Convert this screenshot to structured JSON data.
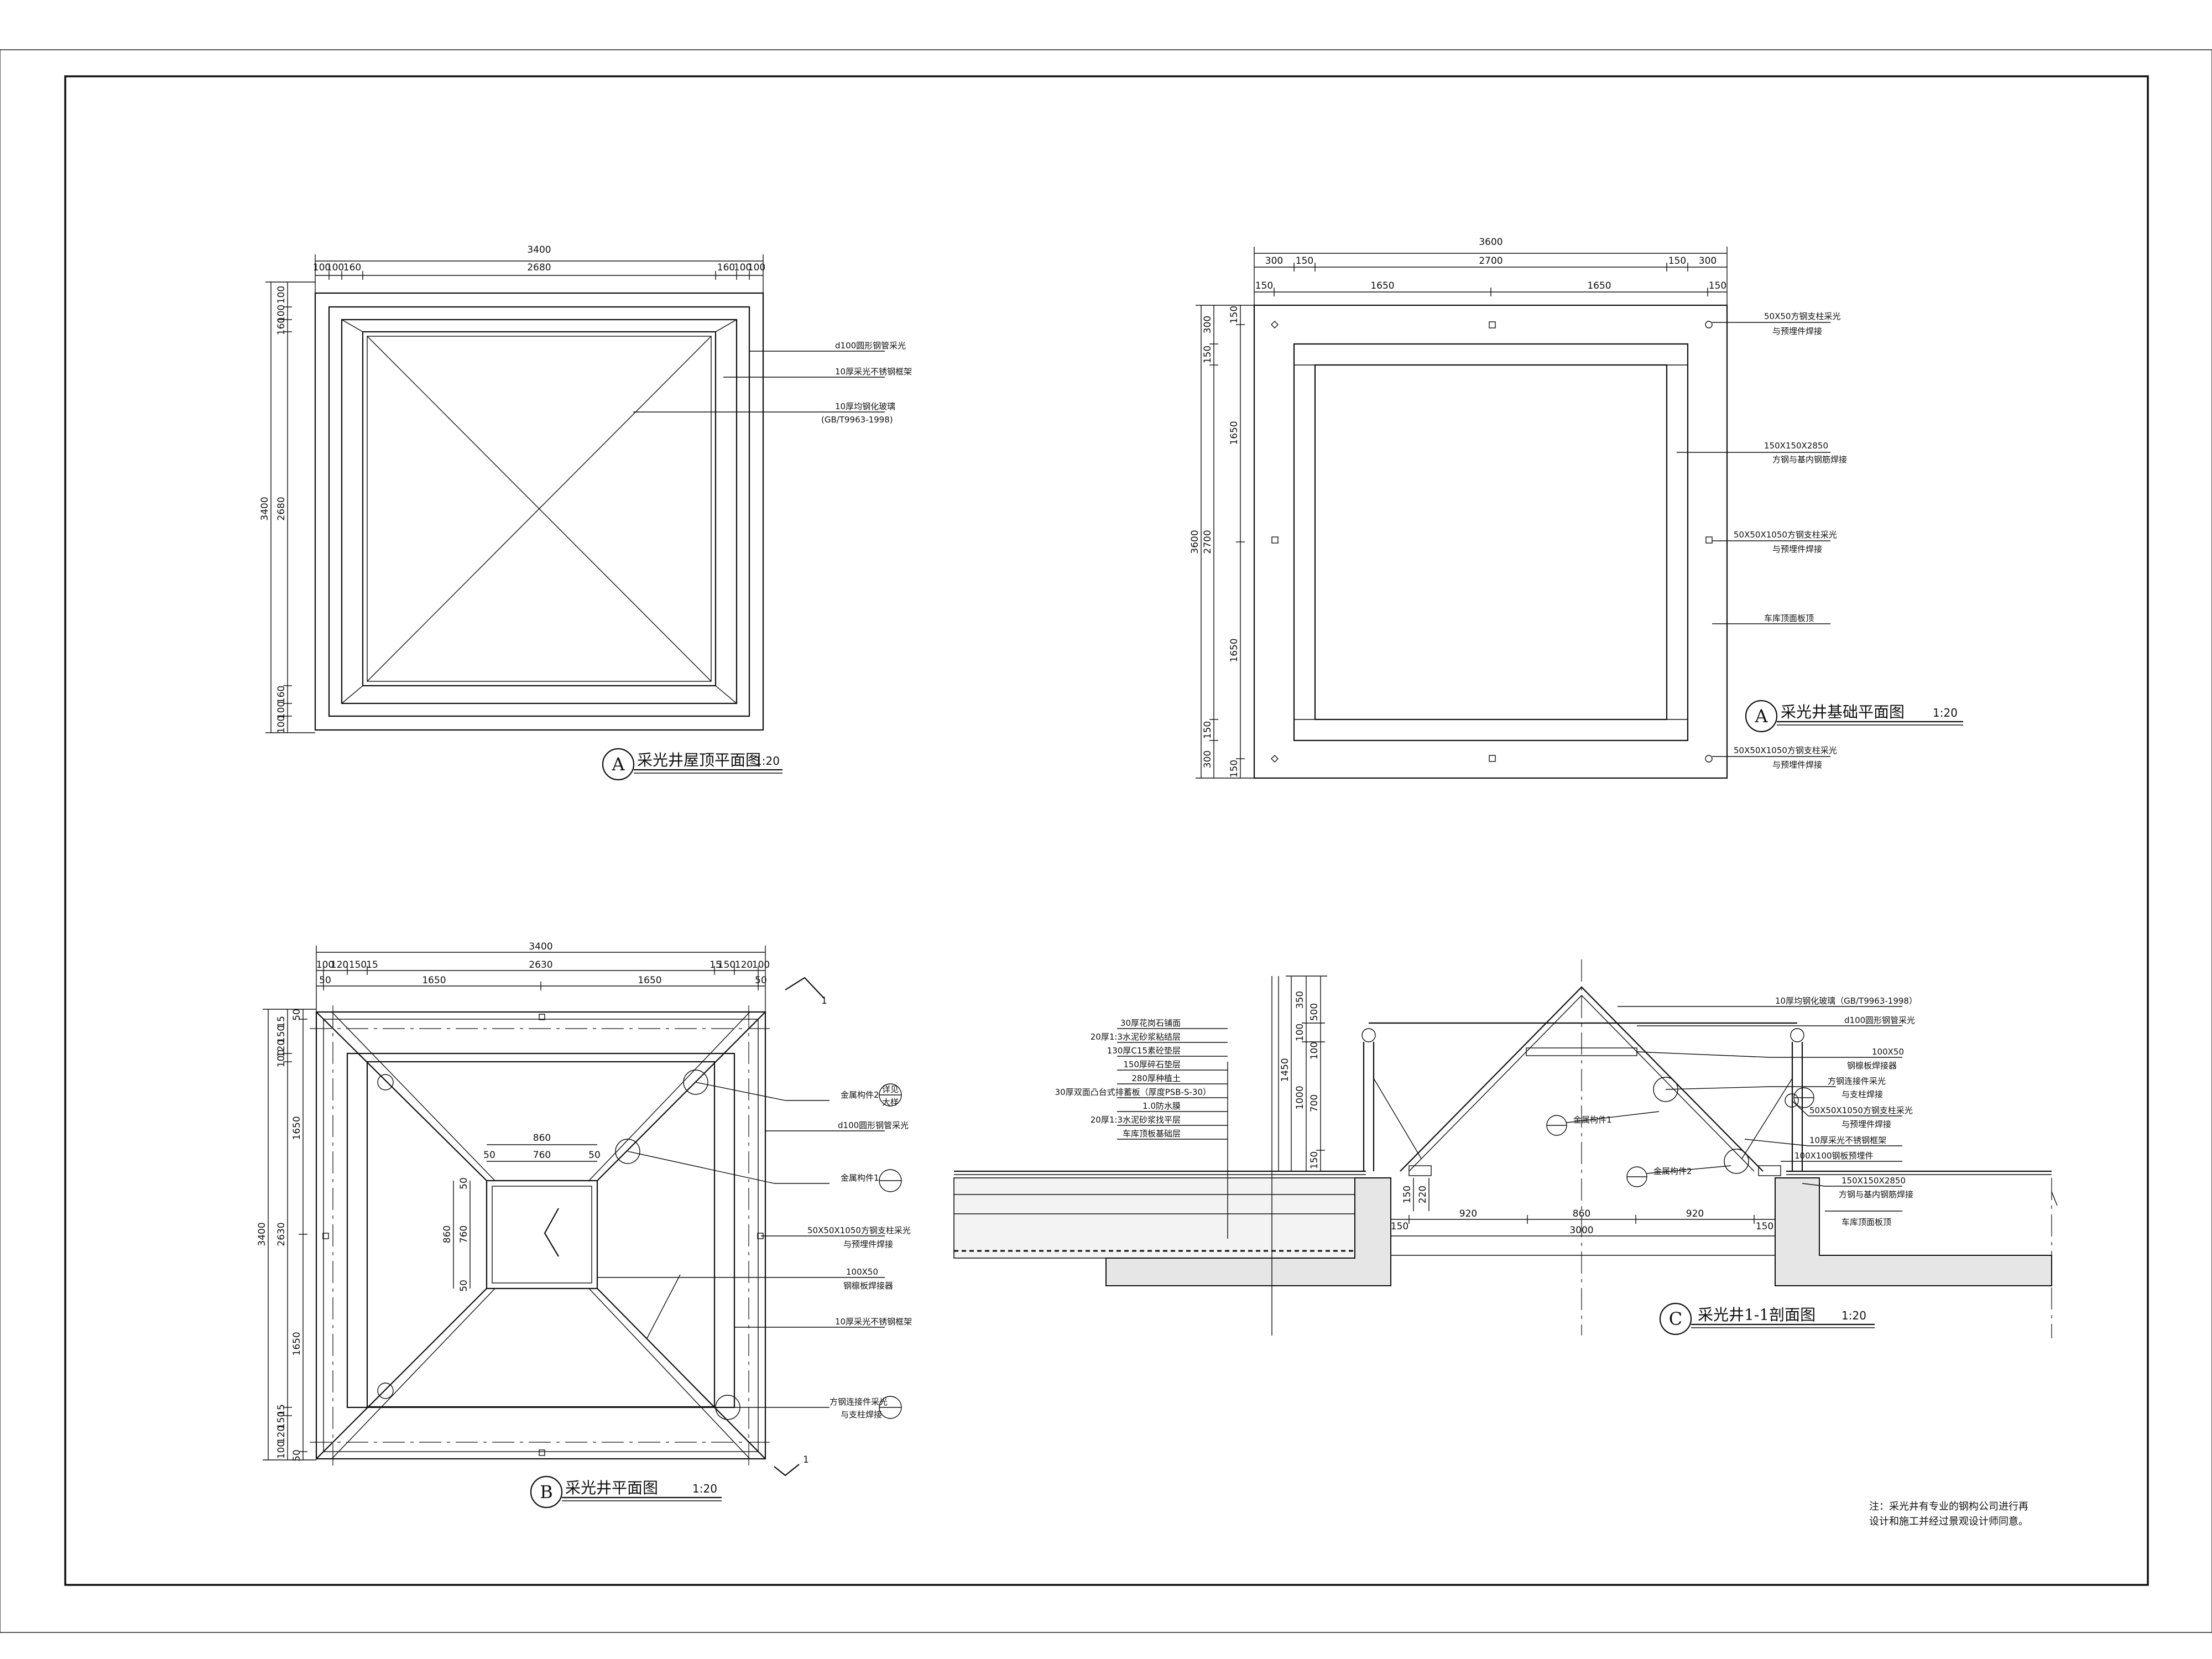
{
  "drawings": {
    "roof_plan": {
      "bubble": "A",
      "title": "采光井屋顶平面图",
      "scale": "1:20",
      "dims_top_total": "3400",
      "dims_top": [
        "100",
        "100",
        "160",
        "2680",
        "160",
        "100",
        "100"
      ],
      "dims_left_total": "3400",
      "dims_left": [
        "100",
        "100",
        "160",
        "2680",
        "160",
        "100",
        "100"
      ],
      "notes": [
        "d100圆形钢管采光",
        "10厚采光不锈钢框架",
        "10厚均钢化玻璃",
        "(GB/T9963-1998)"
      ]
    },
    "base_plan": {
      "bubble": "A",
      "title": "采光井基础平面图",
      "scale": "1:20",
      "dims_top_total": "3600",
      "dims_top_a": [
        "300",
        "150",
        "2700",
        "150",
        "300"
      ],
      "dims_top_b": [
        "150",
        "1650",
        "1650",
        "150"
      ],
      "dims_left_total": "3600",
      "dims_left_a": [
        "300",
        "150",
        "2700",
        "150",
        "300"
      ],
      "dims_left_b": [
        "150",
        "1650",
        "1650",
        "150"
      ],
      "notes": [
        "50X50方钢支柱采光",
        "与预埋件焊接",
        "150X150X2850",
        "方钢与基内钢筋焊接",
        "50X50X1050方钢支柱采光",
        "与预埋件焊接",
        "车库顶面板顶",
        "50X50X1050方钢支柱采光",
        "与预埋件焊接"
      ]
    },
    "plan_b": {
      "bubble": "B",
      "title": "采光井平面图",
      "scale": "1:20",
      "section_mark": "1",
      "dims_top_total": "3400",
      "dims_top_a": [
        "100",
        "120",
        "150",
        "15",
        "2630",
        "15",
        "150",
        "120",
        "100"
      ],
      "dims_top_b": [
        "50",
        "1650",
        "1650",
        "50"
      ],
      "dims_left_total": "3400",
      "dims_left_a": [
        "15",
        "150",
        "120",
        "100",
        "2630",
        "15",
        "150",
        "120",
        "100"
      ],
      "dims_left_b": [
        "50",
        "1650",
        "1650",
        "50"
      ],
      "inner_dims": [
        "860",
        "760",
        "50",
        "50",
        "860",
        "760",
        "50",
        "50"
      ],
      "notes": [
        "金属构件2",
        "d100圆形钢管采光",
        "金属构件1",
        "50X50X1050方钢支柱采光",
        "与预埋件焊接",
        "100X50",
        "钢檩板焊接器",
        "10厚采光不锈钢框架",
        "方钢连接件采光",
        "与支柱焊接"
      ],
      "detail_tags": [
        "详见",
        "大样"
      ]
    },
    "section_c": {
      "bubble": "C",
      "title": "采光井1-1剖面图",
      "scale": "1:20",
      "layers": [
        "30厚花岗石铺面",
        "20厚1:3水泥砂浆粘结层",
        "130厚C15素砼垫层",
        "150厚碎石垫层",
        "280厚种植土",
        "30厚双面凸台式排蓄板（厚度PSB-S-30）",
        "1.0防水膜",
        "20厚1:3水泥砂浆找平层",
        "车库顶板基础层"
      ],
      "vdims": [
        "1450",
        "1000",
        "100",
        "350",
        "500",
        "100",
        "700",
        "150",
        "150",
        "220"
      ],
      "hdims": [
        "150",
        "920",
        "860",
        "920",
        "150"
      ],
      "hdim_total": "3000",
      "notes": [
        "10厚均钢化玻璃（GB/T9963-1998）",
        "d100圆形钢管采光",
        "100X50",
        "钢檩板焊接器",
        "方钢连接件采光",
        "与支柱焊接",
        "50X50X1050方钢支柱采光",
        "与预埋件焊接",
        "10厚采光不锈钢框架",
        "100X100钢板预埋件",
        "150X150X2850",
        "方钢与基内钢筋焊接",
        "车库顶面板顶"
      ],
      "part_labels": [
        "金属构件1",
        "金属构件2"
      ]
    }
  },
  "footnote": [
    "注：采光井有专业的钢构公司进行再",
    "设计和施工并经过景观设计师同意。"
  ]
}
